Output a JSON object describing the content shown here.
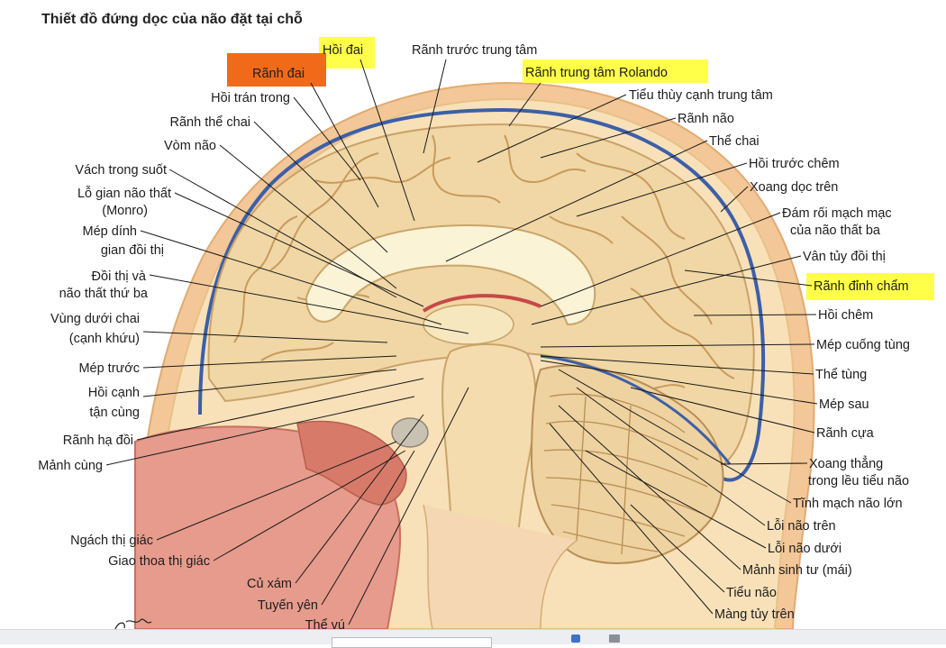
{
  "title": "Thiết đồ đứng dọc của não đặt tại chỗ",
  "signature": "signature",
  "colors": {
    "highlight_yellow": "#ffff4a",
    "highlight_orange": "#f06a1a",
    "brain": "#f0d7a5",
    "vein_blue": "#3c5fa8"
  },
  "labels_top": [
    {
      "text": "Hồi đai",
      "hl": "yellow"
    },
    {
      "text": "Rãnh đai",
      "hl": "orange"
    },
    {
      "text": "Rãnh trước trung tâm",
      "hl": ""
    },
    {
      "text": "Rãnh trung tâm Rolando",
      "hl": "yellow"
    }
  ],
  "labels_left": [
    "Hồi trán trong",
    "Rãnh thể chai",
    "Vòm não",
    "Vách trong suốt",
    "Lỗ gian não thất",
    "(Monro)",
    "Mép dính",
    "gian đồi thị",
    "Đồi thị và",
    "não thất thứ ba",
    "Vùng dưới chai",
    "(cạnh khứu)",
    "Mép trước",
    "Hồi cạnh",
    "tận cùng",
    "Rãnh hạ đồi",
    "Mảnh cùng",
    "Ngách thị giác",
    "Giao thoa thị giác",
    "Củ xám",
    "Tuyến yên",
    "Thể vú"
  ],
  "labels_right": [
    "Tiểu thùy cạnh trung tâm",
    "Rãnh não",
    "Thể chai",
    "Hồi trước chêm",
    "Xoang dọc trên",
    "Đám rối mạch mạc",
    "của não thất ba",
    "Vân tủy đồi thị",
    "Rãnh đỉnh chẩm",
    "Hồi chêm",
    "Mép cuống tùng",
    "Thể tùng",
    "Mép sau",
    "Rãnh cựa",
    "Xoang thẳng",
    "trong lều tiểu não",
    "Tĩnh mạch não lớn",
    "Lỗi não trên",
    "Lỗi não dưới",
    "Mảnh sinh tư (mái)",
    "Tiểu não",
    "Màng tủy trên"
  ]
}
